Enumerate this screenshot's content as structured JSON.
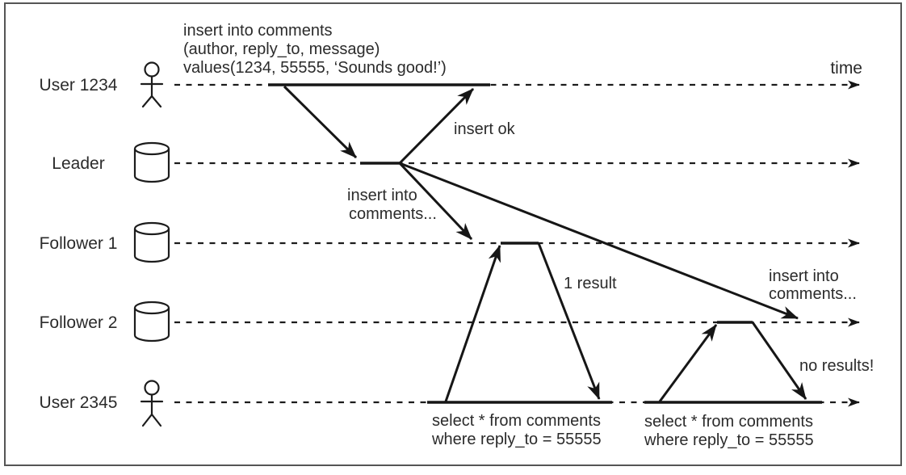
{
  "frame": {
    "time_label": "time"
  },
  "actors": [
    {
      "label": "User 1234",
      "icon": "person-icon"
    },
    {
      "label": "Leader",
      "icon": "database-cylinder-icon"
    },
    {
      "label": "Follower 1",
      "icon": "database-cylinder-icon"
    },
    {
      "label": "Follower 2",
      "icon": "database-cylinder-icon"
    },
    {
      "label": "User 2345",
      "icon": "person-icon"
    }
  ],
  "messages": {
    "insert_query": {
      "line1": "insert into comments",
      "line2": "(author, reply_to, message)",
      "line3": "values(1234, 55555, ‘Sounds good!’)"
    },
    "insert_ok": "insert ok",
    "replicate_follower1": {
      "line1": "insert into",
      "line2": "comments..."
    },
    "replicate_follower2": {
      "line1": "insert into",
      "line2": "comments..."
    },
    "one_result": "1 result",
    "no_results": "no results!",
    "select_query_1": {
      "line1": "select * from comments",
      "line2": "where reply_to = 55555"
    },
    "select_query_2": {
      "line1": "select * from comments",
      "line2": "where reply_to = 55555"
    }
  },
  "colors": {
    "line": "#1c1c1c",
    "text": "#2b2b2b",
    "border": "#555555",
    "background": "#ffffff"
  }
}
